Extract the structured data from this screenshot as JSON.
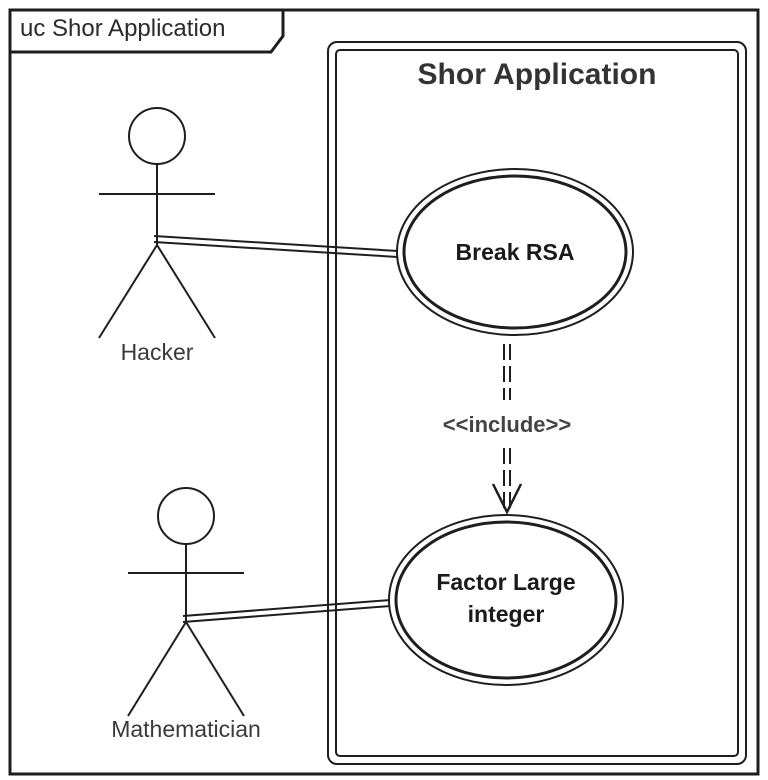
{
  "diagram": {
    "frame_title": "uc Shor Application",
    "system": {
      "title": "Shor Application"
    },
    "actors": [
      {
        "id": "hacker",
        "label": "Hacker"
      },
      {
        "id": "mathematician",
        "label": "Mathematician"
      }
    ],
    "use_cases": [
      {
        "id": "break-rsa",
        "lines": [
          "Break RSA"
        ]
      },
      {
        "id": "factor-large-integer",
        "lines": [
          "Factor Large",
          "integer"
        ]
      }
    ],
    "relations": [
      {
        "type": "association",
        "from": "hacker",
        "to": "break-rsa"
      },
      {
        "type": "association",
        "from": "mathematician",
        "to": "factor-large-integer"
      },
      {
        "type": "include",
        "from": "break-rsa",
        "to": "factor-large-integer",
        "label": "<<include>>"
      }
    ]
  }
}
